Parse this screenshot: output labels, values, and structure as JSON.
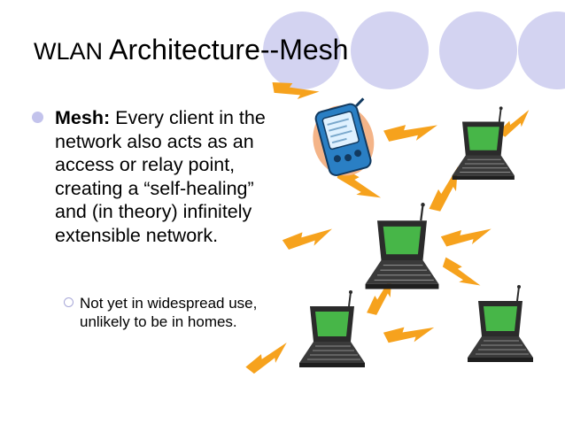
{
  "slide": {
    "title_prefix": "WLAN",
    "title_main": " Architecture--Mesh",
    "bullet": {
      "lead": "Mesh:",
      "body": " Every client in the network also acts as an access or relay point, creating a “self-healing” and (in theory) infinitely extensible network."
    },
    "sub_bullet": "Not yet in widespread use, unlikely to be in homes."
  },
  "colors": {
    "decor_circle": "#d3d3f1",
    "bullet_marker": "#c3c3ec",
    "lightning": "#f6a21d",
    "laptop_screen": "#47b648",
    "laptop_body": "#2b2b2b"
  },
  "icons": {
    "clipart": [
      "pda-device-icon",
      "laptop-icon",
      "lightning-bolt-icon"
    ]
  }
}
